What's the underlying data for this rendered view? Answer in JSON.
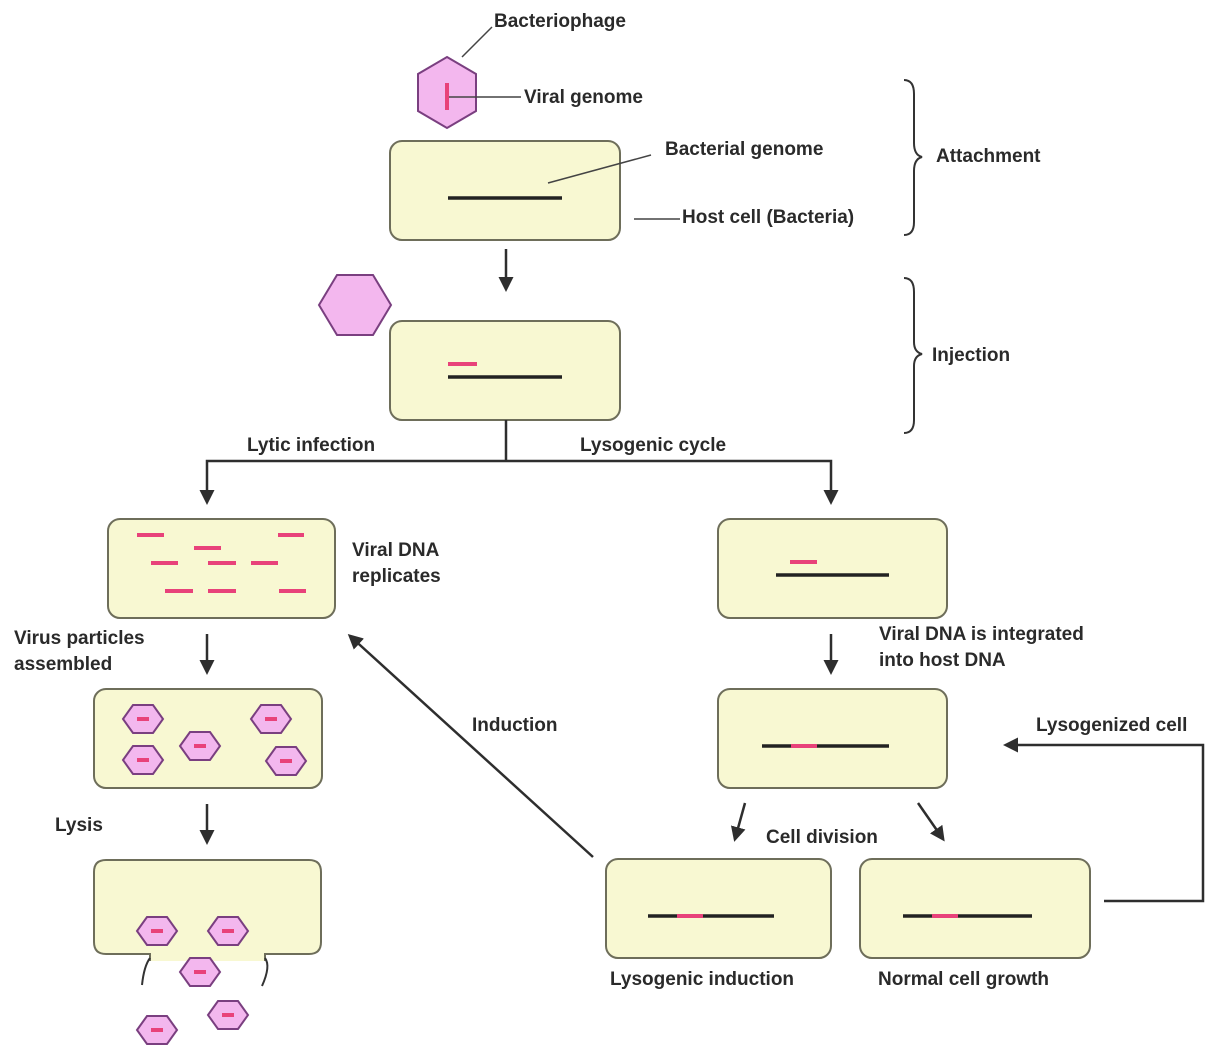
{
  "labels": {
    "bacteriophage": "Bacteriophage",
    "viral_genome": "Viral genome",
    "bacterial_genome": "Bacterial genome",
    "host_cell": "Host cell (Bacteria)",
    "attachment": "Attachment",
    "injection": "Injection",
    "lytic_infection": "Lytic infection",
    "lysogenic_cycle": "Lysogenic cycle",
    "viral_dna_replicates_1": "Viral DNA",
    "viral_dna_replicates_2": "replicates",
    "virus_particles_1": "Virus particles",
    "virus_particles_2": "assembled",
    "lysis": "Lysis",
    "induction": "Induction",
    "integrated_1": "Viral DNA is integrated",
    "integrated_2": "into host DNA",
    "lysogenized_cell": "Lysogenized cell",
    "cell_division": "Cell division",
    "lysogenic_induction": "Lysogenic induction",
    "normal_cell_growth": "Normal cell growth"
  },
  "colors": {
    "cell_fill": "#f8f8d2",
    "cell_stroke": "#6e6e5a",
    "phage_fill": "#f3b7ee",
    "phage_stroke": "#7a3f80",
    "viral_dna": "#e8427a",
    "host_dna": "#222222",
    "arrow": "#2e2e2e"
  }
}
